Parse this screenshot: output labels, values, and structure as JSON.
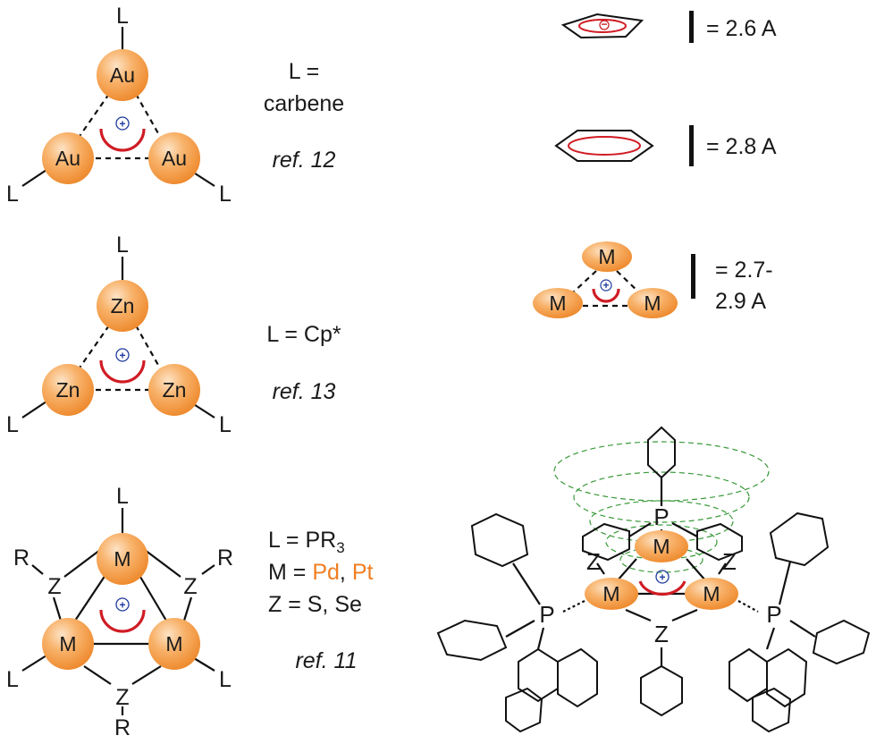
{
  "colors": {
    "metal_sphere": "#f5a04a",
    "metal_highlight": "#fde3c6",
    "aromatic_ring": "#d01c24",
    "plus_charge": "#1f3b9e",
    "pd_pt_highlight": "#f07e22",
    "pi_cloud": "#3a9a3a"
  },
  "symbols": {
    "plus": "+",
    "minus": "−"
  },
  "au_complex": {
    "ligand": "L",
    "metal": "Au",
    "def_line1": "L =",
    "def_line2": "carbene",
    "ref": "ref. 12"
  },
  "zn_complex": {
    "ligand": "L",
    "metal": "Zn",
    "def": "L = Cp*",
    "ref": "ref. 13"
  },
  "pd_complex": {
    "ligand": "L",
    "metal": "M",
    "bridge": "Z",
    "substituent": "R",
    "def_l_prefix": "L = PR",
    "def_l_sub": "3",
    "def_m_prefix": "M = ",
    "def_m_pd": "Pd",
    "def_m_sep": ", ",
    "def_m_pt": "Pt",
    "def_z": "Z = S, Se",
    "ref": "ref. 11"
  },
  "comparisons": {
    "cp_value": "= 2.6 A",
    "benzene_value": "= 2.8 A",
    "metal_metal": "M",
    "metal_value_line1": "= 2.7-",
    "metal_value_line2": "2.9 A"
  },
  "cluster": {
    "metal": "M",
    "phosphorus": "P",
    "bridge": "Z"
  }
}
